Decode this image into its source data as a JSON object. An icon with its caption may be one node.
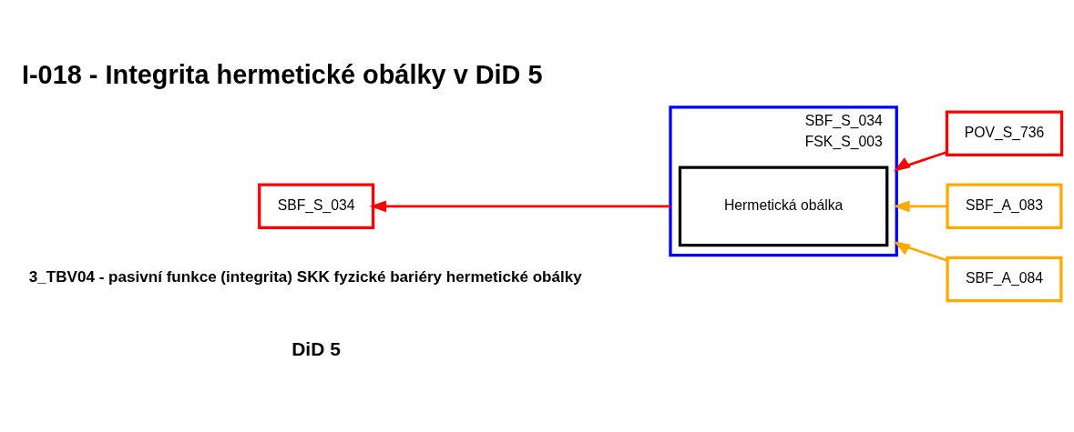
{
  "diagram": {
    "title": "I-018 - Integrita hermetické obálky v DiD 5",
    "nodes": [
      {
        "text": [
          "SBF_S_034",
          "FSK_S_003"
        ]
      },
      {
        "text": [
          "Hermetická obálka"
        ],
        "in": 0
      },
      {
        "text": [
          "SBF_S_034"
        ]
      },
      {
        "text": [
          "POV_S_736"
        ]
      },
      {
        "text": [
          "SBF_A_083"
        ]
      },
      {
        "text": [
          "SBF_A_084"
        ]
      }
    ],
    "edges": [
      {
        "from": 0,
        "to": 2,
        "arrow": "to",
        "color": "#ff0000"
      },
      {
        "from": 3,
        "to": 0,
        "arrow": "to",
        "color": "#ff0000"
      },
      {
        "from": 4,
        "to": 0,
        "arrow": "to",
        "color": "#ffaa00"
      },
      {
        "from": 5,
        "to": 0,
        "arrow": "to",
        "color": "#ffaa00"
      }
    ],
    "labels": [
      "DiD 5",
      "3_TBV04 - pasivní funkce (integrita) SKK fyzické bariéry hermetické obálky"
    ]
  }
}
